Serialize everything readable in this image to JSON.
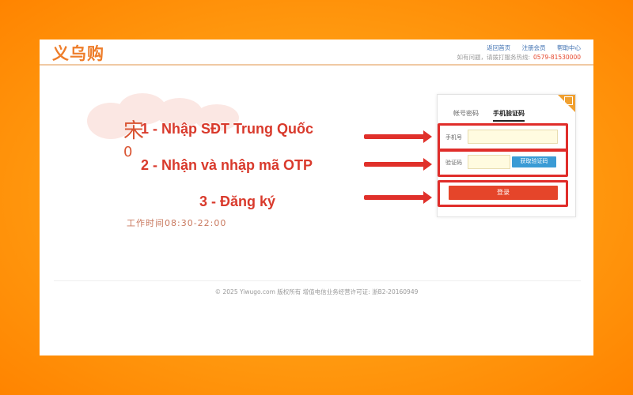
{
  "header": {
    "logo": "义乌购",
    "links": [
      "返回首页",
      "注册会员",
      "帮助中心"
    ],
    "hotline_text": "如有问题，请拨打服务热线:",
    "hotline_number": "0579-81530000"
  },
  "background": {
    "partial_glyph": "宋",
    "partial_digit": "0",
    "hours_text": "工作时间08:30-22:00"
  },
  "annotations": {
    "step1": "1 - Nhập SĐT Trung Quốc",
    "step2": "2 - Nhận và nhập mã OTP",
    "step3": "3 - Đăng ký",
    "color": "#e0302a"
  },
  "login_panel": {
    "tabs": [
      "帐号密码",
      "手机验证码"
    ],
    "active_tab": "手机验证码",
    "phone_label": "手机号",
    "phone_value": "",
    "code_label": "验证码",
    "code_value": "",
    "get_code_button": "获取验证码",
    "login_button": "登录",
    "accent": "#e5452a",
    "button_blue": "#3a9bd5"
  },
  "footer": {
    "text": "© 2025 Yiwugo.com 版权所有 增值电信业务经营许可证: 浙B2-20160949"
  }
}
